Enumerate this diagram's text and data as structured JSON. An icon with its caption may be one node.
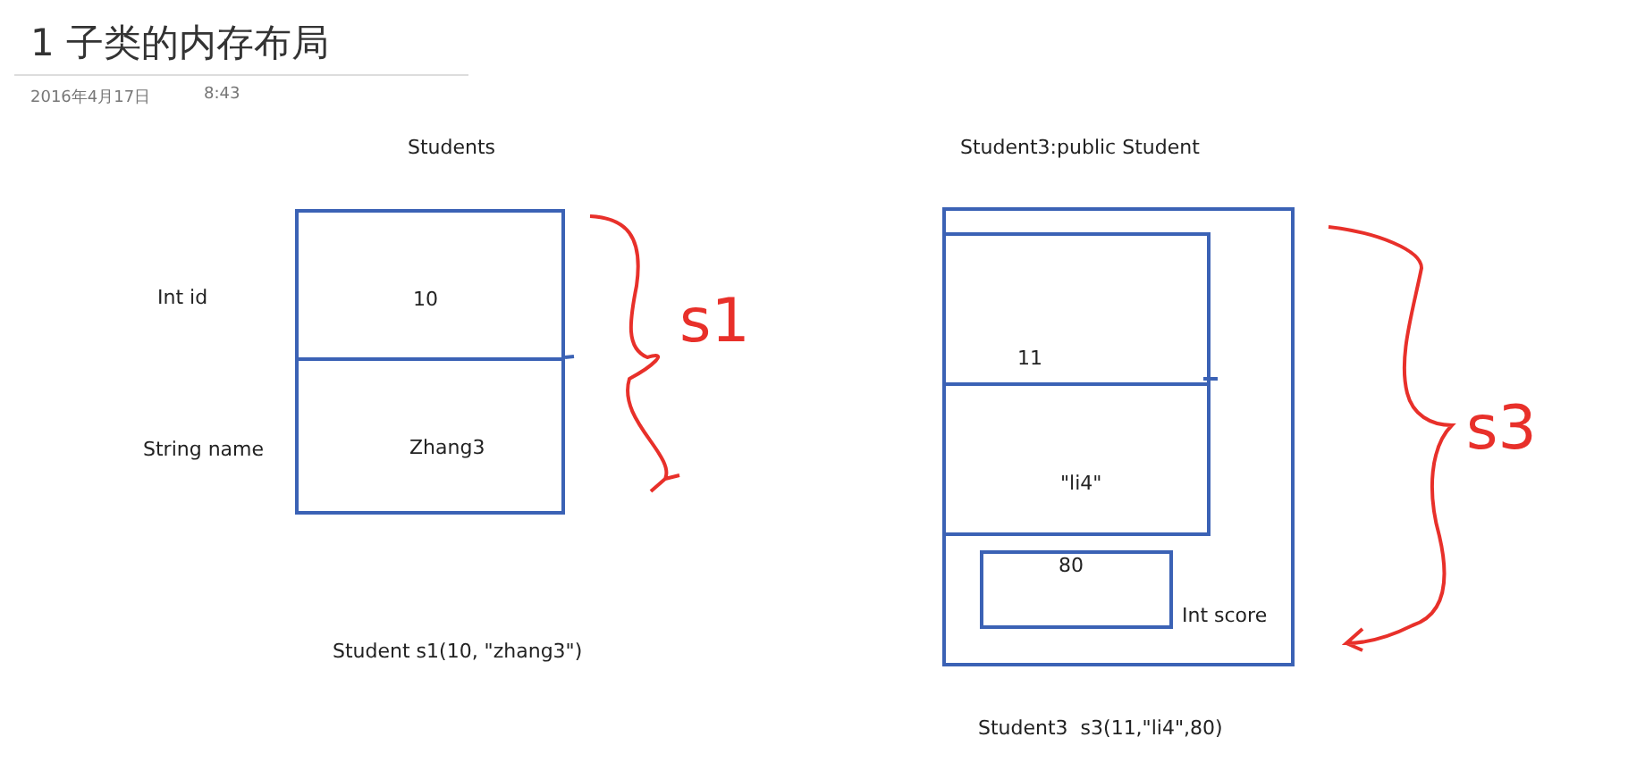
{
  "diagram": {
    "title": "1 子类的内存布局",
    "nodes": [
      {
        "text": [
          "10"
        ]
      },
      {
        "text": [
          "Zhang3"
        ]
      },
      {
        "text": [],
        "shape": "box"
      },
      {
        "text": [
          "11"
        ],
        "in": 2
      },
      {
        "text": [
          "\"li4\""
        ],
        "in": 2
      },
      {
        "text": [
          "80"
        ],
        "in": 2
      }
    ],
    "edges": [],
    "labels": [
      "2016年4月17日",
      "8:43",
      "Students",
      "Student3:public Student",
      "Int id",
      "String name",
      "s1",
      "s3",
      "Int score",
      "Student s1(10, \"zhang3\")",
      "Student3  s3(11,\"li4\",80)"
    ]
  }
}
